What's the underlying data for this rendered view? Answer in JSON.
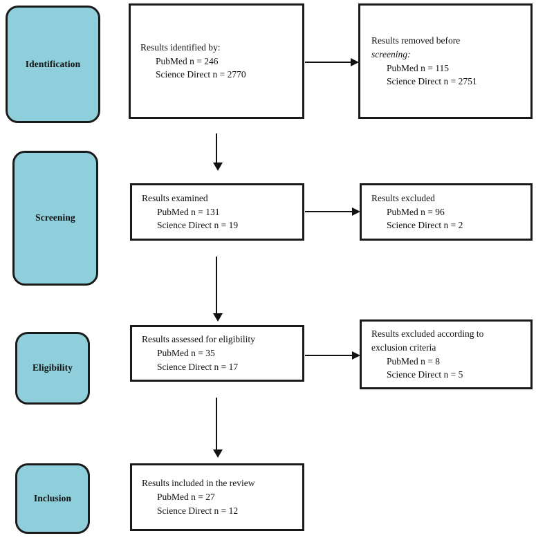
{
  "diagram": {
    "type": "prisma-flow-diagram",
    "accent_color": "#8ecfdb",
    "line_color": "#1a1a1a",
    "background_color": "#ffffff"
  },
  "stages": [
    {
      "label": "Identification"
    },
    {
      "label": "Screening"
    },
    {
      "label": "Eligibility"
    },
    {
      "label": "Inclusion"
    }
  ],
  "boxes": {
    "identified": {
      "l1": "Results identified by:",
      "l2": "PubMed n = 246",
      "l3": "Science Direct n = 2770"
    },
    "removed_before_screening": {
      "l1": "Results removed before",
      "l2": "screening:",
      "l3": "PubMed n = 115",
      "l4": "Science Direct n = 2751"
    },
    "examined": {
      "l1": "Results examined",
      "l2": "PubMed n = 131",
      "l3": "Science Direct n = 19"
    },
    "excluded_screening": {
      "l1": "Results excluded",
      "l2": "PubMed n = 96",
      "l3": "Science Direct n = 2"
    },
    "assessed_eligibility": {
      "l1": "Results assessed for eligibility",
      "l2": "PubMed n = 35",
      "l3": "Science Direct n = 17"
    },
    "excluded_criteria": {
      "l1": "Results excluded according to",
      "l2": "exclusion criteria",
      "l3": "PubMed n = 8",
      "l4": "Science Direct n = 5"
    },
    "included": {
      "l1": "Results included in the review",
      "l2": "PubMed n = 27",
      "l3": "Science Direct n = 12"
    }
  },
  "chart_data": {
    "type": "diagram",
    "title": "PRISMA flow diagram",
    "stages": [
      "Identification",
      "Screening",
      "Eligibility",
      "Inclusion"
    ],
    "sources": [
      "PubMed",
      "Science Direct"
    ],
    "nodes": [
      {
        "id": "identified",
        "stage": "Identification",
        "label": "Results identified by:",
        "PubMed": 246,
        "ScienceDirect": 2770
      },
      {
        "id": "removed_before_screening",
        "stage": "Identification",
        "label": "Results removed before screening:",
        "PubMed": 115,
        "ScienceDirect": 2751
      },
      {
        "id": "examined",
        "stage": "Screening",
        "label": "Results examined",
        "PubMed": 131,
        "ScienceDirect": 19
      },
      {
        "id": "excluded_screening",
        "stage": "Screening",
        "label": "Results excluded",
        "PubMed": 96,
        "ScienceDirect": 2
      },
      {
        "id": "assessed_eligibility",
        "stage": "Eligibility",
        "label": "Results assessed for eligibility",
        "PubMed": 35,
        "ScienceDirect": 17
      },
      {
        "id": "excluded_criteria",
        "stage": "Eligibility",
        "label": "Results excluded according to exclusion criteria",
        "PubMed": 8,
        "ScienceDirect": 5
      },
      {
        "id": "included",
        "stage": "Inclusion",
        "label": "Results included in the review",
        "PubMed": 27,
        "ScienceDirect": 12
      }
    ],
    "edges": [
      {
        "from": "identified",
        "to": "removed_before_screening",
        "direction": "right"
      },
      {
        "from": "identified",
        "to": "examined",
        "direction": "down"
      },
      {
        "from": "examined",
        "to": "excluded_screening",
        "direction": "right"
      },
      {
        "from": "examined",
        "to": "assessed_eligibility",
        "direction": "down"
      },
      {
        "from": "assessed_eligibility",
        "to": "excluded_criteria",
        "direction": "right"
      },
      {
        "from": "assessed_eligibility",
        "to": "included",
        "direction": "down"
      }
    ]
  }
}
